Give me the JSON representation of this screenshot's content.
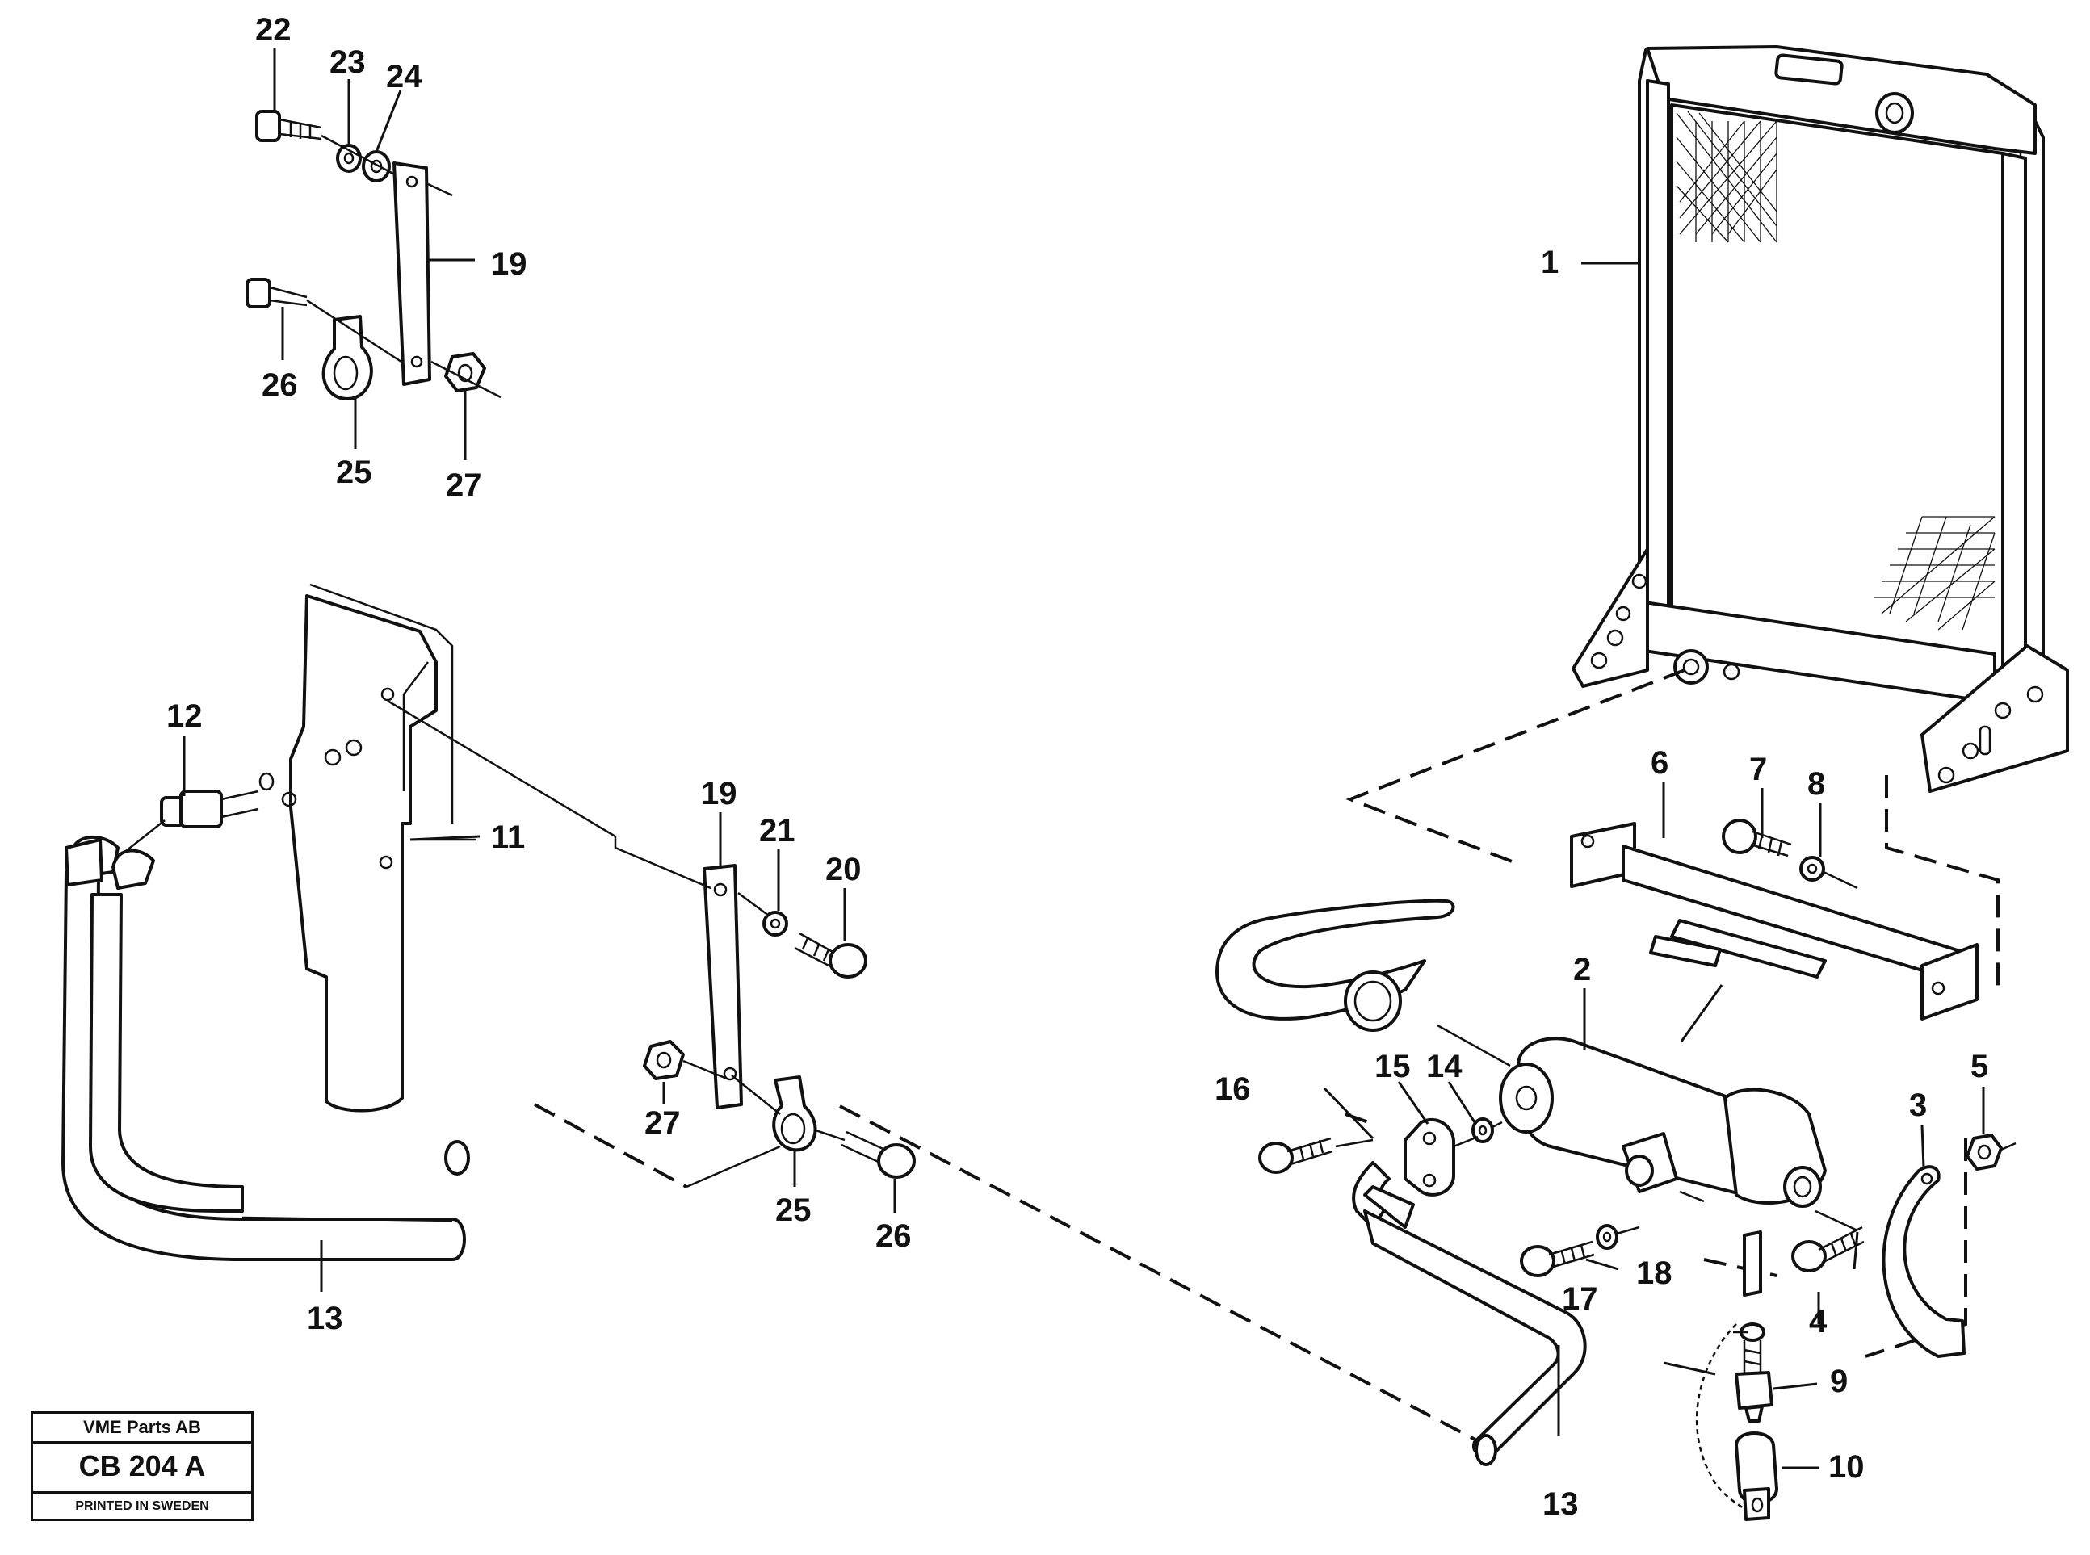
{
  "labels": {
    "p1": "1",
    "p2": "2",
    "p3": "3",
    "p4": "4",
    "p5": "5",
    "p6": "6",
    "p7": "7",
    "p8": "8",
    "p9": "9",
    "p10": "10",
    "p11": "11",
    "p12": "12",
    "p13a": "13",
    "p13b": "13",
    "p14": "14",
    "p15": "15",
    "p16": "16",
    "p17": "17",
    "p18": "18",
    "p19a": "19",
    "p19b": "19",
    "p20": "20",
    "p21": "21",
    "p22": "22",
    "p23": "23",
    "p24": "24",
    "p25a": "25",
    "p25b": "25",
    "p26a": "26",
    "p26b": "26",
    "p27a": "27",
    "p27b": "27"
  },
  "title_block": {
    "company": "VME Parts AB",
    "code": "CB 204 A",
    "printed": "PRINTED IN SWEDEN"
  }
}
